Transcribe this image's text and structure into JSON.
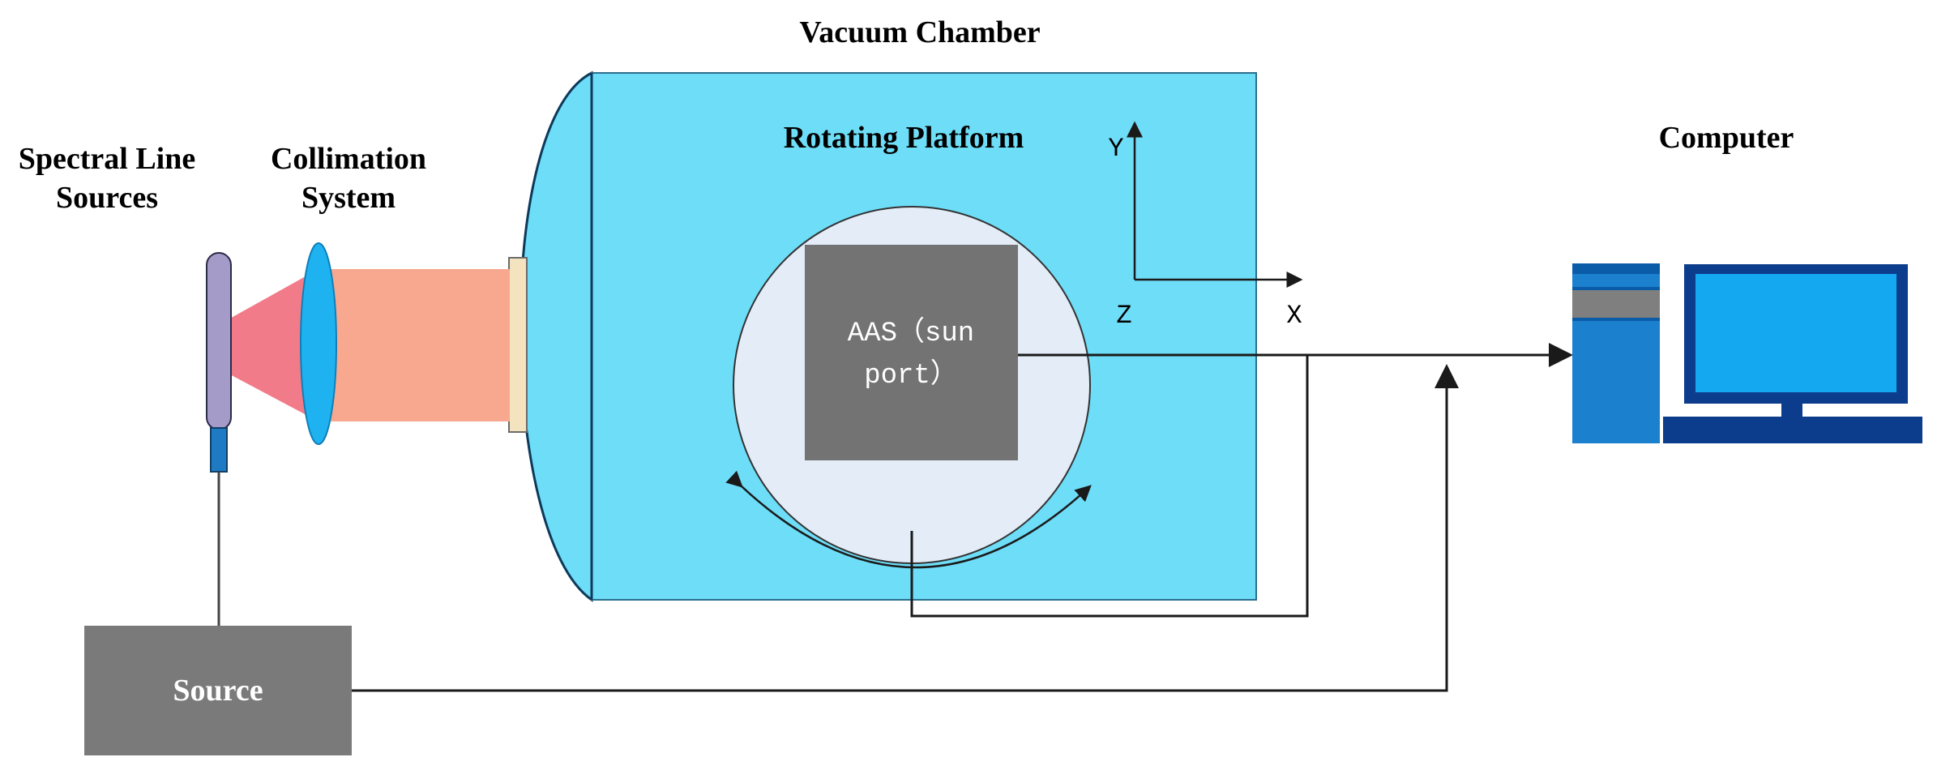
{
  "labels": {
    "vacuum_chamber": "Vacuum Chamber",
    "rotating_platform": "Rotating Platform",
    "computer": "Computer",
    "spectral_line_sources_line1": "Spectral Line",
    "spectral_line_sources_line2": "Sources",
    "collimation_line1": "Collimation",
    "collimation_line2": "System",
    "aas_line1": "AAS（sun",
    "aas_line2": "port）",
    "source": "Source",
    "axis_y": "Y",
    "axis_x": "X",
    "axis_z": "Z"
  },
  "colors": {
    "chamber_fill": "#6EDDF7",
    "platform_fill": "#E3ECF7",
    "aas_fill": "#737373",
    "source_fill": "#7A7A7A",
    "lamp_fill": "#A59BC8",
    "lamp_base": "#1F7AC4",
    "beam_cone": "#F27B8A",
    "beam_collimated": "#F8A88F",
    "lens_fill": "#1EB3F0",
    "window_fill": "#F3E4BF",
    "computer_dark": "#0A5CA8",
    "computer_mid": "#1B80CE",
    "computer_grey": "#7F7F7F",
    "monitor_frame": "#0C3C8C",
    "monitor_screen": "#14A8F0",
    "line_color": "#1a1a1a"
  }
}
